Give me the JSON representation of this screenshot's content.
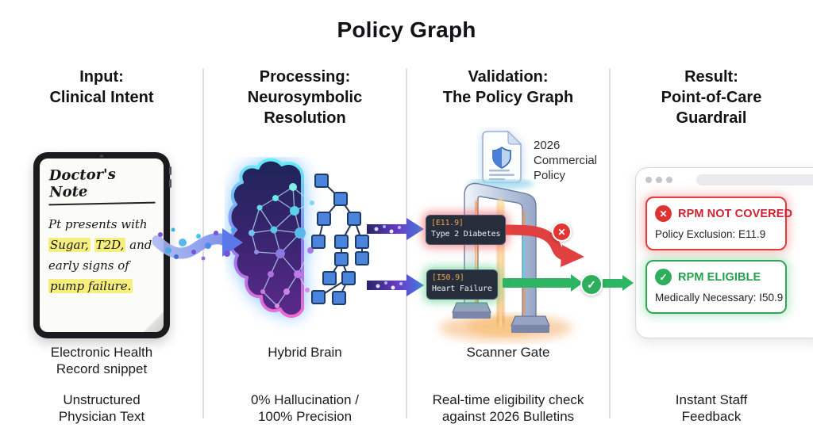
{
  "title": "Policy Graph",
  "columns": [
    {
      "id": "input",
      "header_lines": [
        "Input:",
        "Clinical Intent"
      ],
      "caption_lines": [
        "Electronic Health",
        "Record snippet"
      ],
      "sub_lines": [
        "Unstructured",
        "Physician Text"
      ]
    },
    {
      "id": "processing",
      "header_lines": [
        "Processing:",
        "Neurosymbolic",
        "Resolution"
      ],
      "caption_lines": [
        "Hybrid Brain"
      ],
      "sub_lines": [
        "0% Hallucination /",
        "100% Precision"
      ]
    },
    {
      "id": "validation",
      "header_lines": [
        "Validation:",
        "The Policy Graph"
      ],
      "caption_lines": [
        "Scanner Gate"
      ],
      "sub_lines": [
        "Real-time eligibility check",
        "against 2026 Bulletins"
      ]
    },
    {
      "id": "result",
      "header_lines": [
        "Result:",
        "Point-of-Care",
        "Guardrail"
      ],
      "caption_lines": [],
      "sub_lines": [
        "Instant Staff",
        "Feedback"
      ]
    }
  ],
  "note": {
    "title": "Doctor's Note",
    "line1": "Pt presents with",
    "line2_seg1": "Sugar,",
    "line2_seg2": "T2D,",
    "line2_seg3": " and",
    "line3": "early signs of",
    "line4": "pump failure."
  },
  "policy_doc": {
    "label_lines": [
      "2026",
      "Commercial",
      "Policy"
    ]
  },
  "tags": {
    "rejected": {
      "code": "[E11.9]",
      "label": "Type 2 Diabetes"
    },
    "approved": {
      "code": "[I50.9]",
      "label": "Heart Failure"
    }
  },
  "status_icons": {
    "reject": "✕",
    "approve": "✓"
  },
  "result_window": {
    "not_covered": {
      "icon": "✕",
      "title": "RPM NOT COVERED",
      "detail": "Policy Exclusion: E11.9"
    },
    "eligible": {
      "icon": "✓",
      "title": "RPM ELIGIBLE",
      "detail": "Medically Necessary: I50.9"
    }
  },
  "colors": {
    "reject_red": "#e23b3b",
    "approve_green": "#2fae5e",
    "code_amber": "#eda24c",
    "node_blue": "#4a84dc",
    "beam_orange": "#f5a742",
    "highlight_yellow": "#f7ef7d"
  }
}
